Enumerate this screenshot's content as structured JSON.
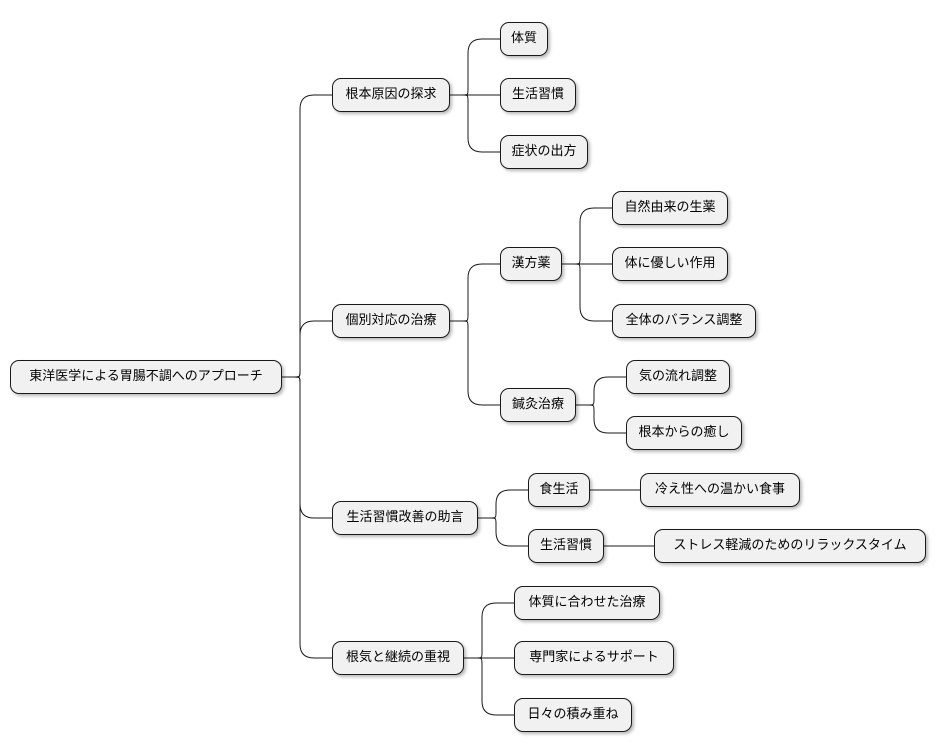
{
  "mindmap": {
    "colors": {
      "node_fill": "#f1f1f1",
      "node_border": "#1a1a1a",
      "edge": "#1a1a1a"
    },
    "root": {
      "id": "root",
      "label": "東洋医学による胃腸不調へのアプローチ"
    },
    "branches": [
      {
        "id": "b1",
        "label": "根本原因の探求",
        "children": [
          {
            "id": "b1c1",
            "label": "体質"
          },
          {
            "id": "b1c2",
            "label": "生活習慣"
          },
          {
            "id": "b1c3",
            "label": "症状の出方"
          }
        ]
      },
      {
        "id": "b2",
        "label": "個別対応の治療",
        "children": [
          {
            "id": "b2c1",
            "label": "漢方薬",
            "children": [
              {
                "id": "b2c1a",
                "label": "自然由来の生薬"
              },
              {
                "id": "b2c1b",
                "label": "体に優しい作用"
              },
              {
                "id": "b2c1c",
                "label": "全体のバランス調整"
              }
            ]
          },
          {
            "id": "b2c2",
            "label": "鍼灸治療",
            "children": [
              {
                "id": "b2c2a",
                "label": "気の流れ調整"
              },
              {
                "id": "b2c2b",
                "label": "根本からの癒し"
              }
            ]
          }
        ]
      },
      {
        "id": "b3",
        "label": "生活習慣改善の助言",
        "children": [
          {
            "id": "b3c1",
            "label": "食生活",
            "children": [
              {
                "id": "b3c1a",
                "label": "冷え性への温かい食事"
              }
            ]
          },
          {
            "id": "b3c2",
            "label": "生活習慣",
            "children": [
              {
                "id": "b3c2a",
                "label": "ストレス軽減のためのリラックスタイム"
              }
            ]
          }
        ]
      },
      {
        "id": "b4",
        "label": "根気と継続の重視",
        "children": [
          {
            "id": "b4c1",
            "label": "体質に合わせた治療"
          },
          {
            "id": "b4c2",
            "label": "専門家によるサポート"
          },
          {
            "id": "b4c3",
            "label": "日々の積み重ね"
          }
        ]
      }
    ]
  }
}
